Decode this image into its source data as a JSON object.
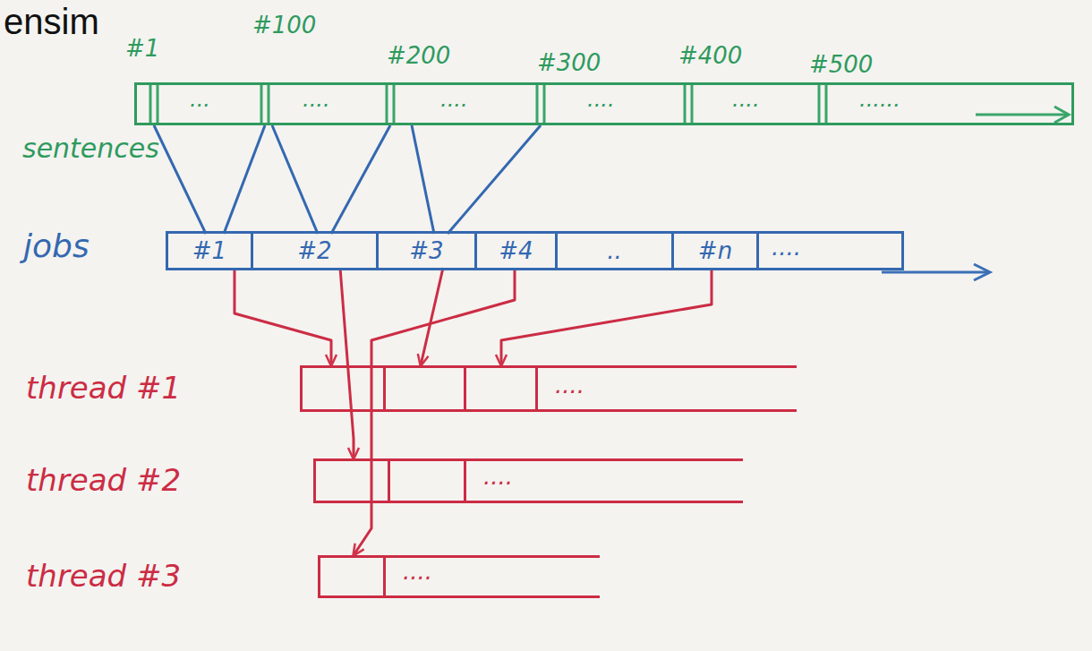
{
  "diagram": {
    "title": "ensim",
    "nodes": [
      {
        "text": [
          "sentences"
        ]
      },
      {
        "text": [
          "jobs"
        ]
      },
      {
        "text": [
          "#1"
        ],
        "in": 1
      },
      {
        "text": [
          "#2"
        ],
        "in": 1
      },
      {
        "text": [
          "#3"
        ],
        "in": 1
      },
      {
        "text": [
          "#4"
        ],
        "in": 1
      },
      {
        "text": [
          ".."
        ],
        "in": 1
      },
      {
        "text": [
          "#n"
        ],
        "in": 1
      },
      {
        "text": [
          "thread #1"
        ]
      },
      {
        "text": [
          "thread #2"
        ]
      },
      {
        "text": [
          "thread #3"
        ]
      }
    ],
    "edges": [
      {
        "from": 0,
        "to": 2,
        "arrow": "none"
      },
      {
        "from": 0,
        "to": 2,
        "arrow": "none"
      },
      {
        "from": 0,
        "to": 3,
        "arrow": "none"
      },
      {
        "from": 0,
        "to": 3,
        "arrow": "none"
      },
      {
        "from": 0,
        "to": 4,
        "arrow": "none"
      },
      {
        "from": 0,
        "to": 4,
        "arrow": "none"
      },
      {
        "from": 2,
        "to": 8,
        "arrow": "to"
      },
      {
        "from": 3,
        "to": 9,
        "arrow": "to"
      },
      {
        "from": 4,
        "to": 8,
        "arrow": "to"
      },
      {
        "from": 5,
        "to": 10,
        "arrow": "to"
      },
      {
        "from": 7,
        "to": 8,
        "arrow": "to"
      }
    ],
    "labels": [
      "#1",
      "#100",
      "#200",
      "#300",
      "#400",
      "#500",
      "...",
      "....",
      "....",
      "....",
      "....",
      "......",
      "....",
      "....",
      "....",
      "...."
    ]
  }
}
